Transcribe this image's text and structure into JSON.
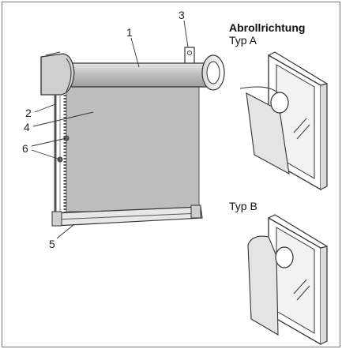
{
  "legend": {
    "title": "Abrollrichtung",
    "type_a": "Typ A",
    "type_b": "Typ B"
  },
  "callouts": {
    "n1": "1",
    "n2": "2",
    "n3": "3",
    "n4": "4",
    "n5": "5",
    "n6": "6"
  },
  "colors": {
    "fabric": "#bdbdbd",
    "tube": "#c8c8c8",
    "stroke": "#333333",
    "glass": "#f2f2f2"
  }
}
